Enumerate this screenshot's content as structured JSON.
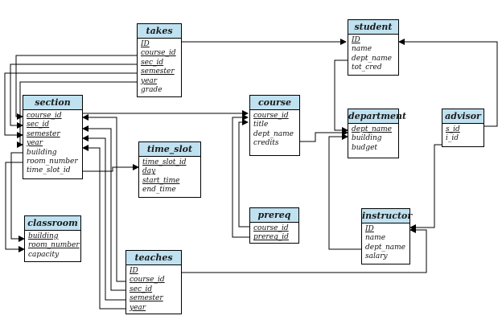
{
  "entities": {
    "takes": {
      "title": "takes",
      "attributes": [
        {
          "name": "ID",
          "pk": true
        },
        {
          "name": "course_id",
          "pk": true
        },
        {
          "name": "sec_id",
          "pk": true
        },
        {
          "name": "semester",
          "pk": true
        },
        {
          "name": "year",
          "pk": true
        },
        {
          "name": "grade",
          "pk": false
        }
      ]
    },
    "student": {
      "title": "student",
      "attributes": [
        {
          "name": "ID",
          "pk": true
        },
        {
          "name": "name",
          "pk": false
        },
        {
          "name": "dept_name",
          "pk": false
        },
        {
          "name": "tot_cred",
          "pk": false
        }
      ]
    },
    "section": {
      "title": "section",
      "attributes": [
        {
          "name": "course_id",
          "pk": true
        },
        {
          "name": "sec_id",
          "pk": true
        },
        {
          "name": "semester",
          "pk": true
        },
        {
          "name": "year",
          "pk": true
        },
        {
          "name": "building",
          "pk": false
        },
        {
          "name": "room_number",
          "pk": false
        },
        {
          "name": "time_slot_id",
          "pk": false
        }
      ]
    },
    "course": {
      "title": "course",
      "attributes": [
        {
          "name": "course_id",
          "pk": true
        },
        {
          "name": "title",
          "pk": false
        },
        {
          "name": "dept_name",
          "pk": false
        },
        {
          "name": "credits",
          "pk": false
        }
      ]
    },
    "department": {
      "title": "department",
      "attributes": [
        {
          "name": "dept_name",
          "pk": true
        },
        {
          "name": "building",
          "pk": false
        },
        {
          "name": "budget",
          "pk": false
        }
      ]
    },
    "advisor": {
      "title": "advisor",
      "attributes": [
        {
          "name": "s_id",
          "pk": true
        },
        {
          "name": "i_id",
          "pk": false
        }
      ]
    },
    "time_slot": {
      "title": "time_slot",
      "attributes": [
        {
          "name": "time_slot_id",
          "pk": true
        },
        {
          "name": "day",
          "pk": true
        },
        {
          "name": "start_time",
          "pk": true
        },
        {
          "name": "end_time",
          "pk": false
        }
      ]
    },
    "prereq": {
      "title": "prereq",
      "attributes": [
        {
          "name": "course_id",
          "pk": true
        },
        {
          "name": "prereq_id",
          "pk": true
        }
      ]
    },
    "classroom": {
      "title": "classroom",
      "attributes": [
        {
          "name": "building",
          "pk": true
        },
        {
          "name": "room_number",
          "pk": true
        },
        {
          "name": "capacity",
          "pk": false
        }
      ]
    },
    "instructor": {
      "title": "instructor",
      "attributes": [
        {
          "name": "ID",
          "pk": true
        },
        {
          "name": "name",
          "pk": false
        },
        {
          "name": "dept_name",
          "pk": false
        },
        {
          "name": "salary",
          "pk": false
        }
      ]
    },
    "teaches": {
      "title": "teaches",
      "attributes": [
        {
          "name": "ID",
          "pk": true
        },
        {
          "name": "course_id",
          "pk": true
        },
        {
          "name": "sec_id",
          "pk": true
        },
        {
          "name": "semester",
          "pk": true
        },
        {
          "name": "year",
          "pk": true
        }
      ]
    }
  },
  "colors": {
    "header_fill": "#bfe1f0",
    "line": "#000000"
  }
}
